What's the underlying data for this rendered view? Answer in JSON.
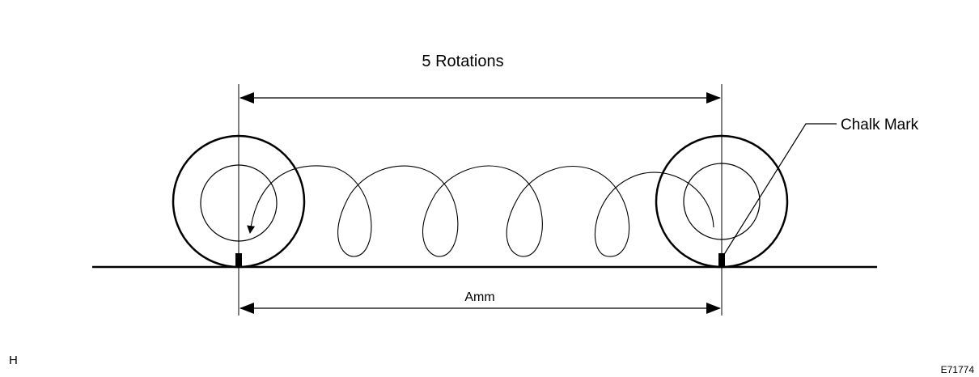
{
  "labels": {
    "rotations": "5 Rotations",
    "chalk_mark": "Chalk Mark",
    "distance": "Amm",
    "corner_left": "H",
    "figure_code": "E71774"
  },
  "rotations_count": 5,
  "colors": {
    "stroke": "#000000",
    "background": "#ffffff"
  },
  "icons": {
    "arrowhead": "arrowhead-icon",
    "chalk_mark": "chalk-mark-icon"
  }
}
